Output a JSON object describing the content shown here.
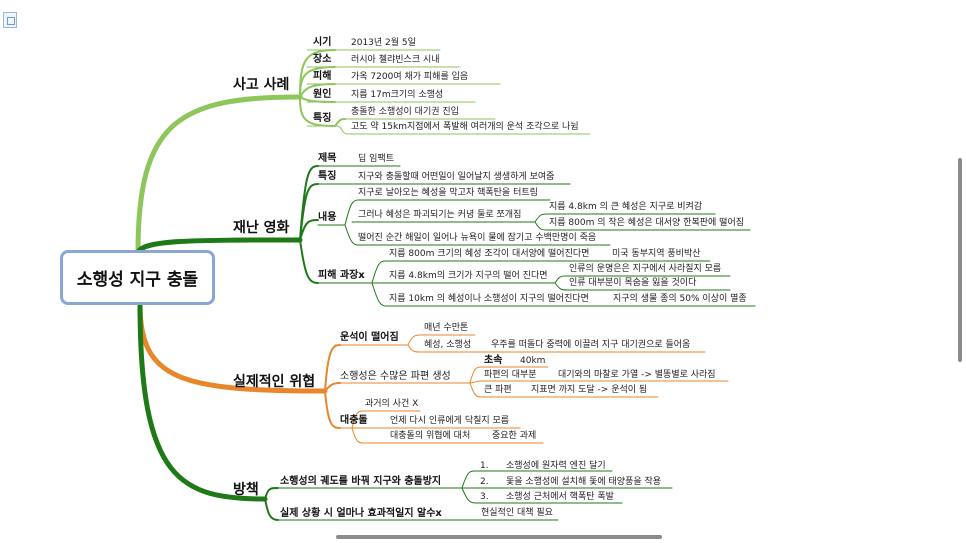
{
  "central": "소행성 지구 충돌",
  "colors": {
    "light_green": "#8dc65a",
    "dark_green": "#1d7a17",
    "orange": "#e8862a",
    "central_border": "#8aa6d6"
  },
  "branches": {
    "case": {
      "title": "사고 사례",
      "items": [
        {
          "label": "시기",
          "text": "2013년 2월 5일"
        },
        {
          "label": "장소",
          "text": "러시아 첼랴빈스크 시내"
        },
        {
          "label": "피해",
          "text": "가옥 7200여 채가 피해를 입음"
        },
        {
          "label": "원인",
          "text": "지름 17m크기의 소행성"
        },
        {
          "label": "특징",
          "texts": [
            "충돌한 소행성이 대기권 진입",
            "고도 약 15km지점에서 폭발해 여러개의 운석 조각으로 나뉨"
          ]
        }
      ]
    },
    "movie": {
      "title": "재난 영화",
      "title_item": {
        "label": "제목",
        "text": "딥 임팩트"
      },
      "feature": {
        "label": "특징",
        "text": "지구와 충돌할때 어떤일이 일어날지 생생하게 보여줌"
      },
      "content": {
        "label": "내용",
        "a": "지구로 날아오는 혜성을 막고자 핵폭탄을 터트림",
        "b": "그러나 혜성은 파괴되기는 커녕 둘로 쪼개짐",
        "b1": "지름 4.8km 의 큰 혜성은 지구로 비켜감",
        "b2": "지름 800m 의 작은 혜성은 대서양 한복판에 떨어짐",
        "c": "떨어진 순간 해일이 일어나 뉴욕이 물에 잠기고 수백만명이 죽음"
      },
      "damage": {
        "label": "피해 과장x",
        "a": "지름 800m 크기의 혜성 조각이 대서양에 떨어진다면",
        "a1": "미국 동부지역 풍비박산",
        "b": "지름 4.8km의 크기가 지구의 떨어 진다면",
        "b1": "인류의 운명은은 지구에서 사라질지 모름",
        "b2": "인류 대부분이 목숨을 잃을 것이다",
        "c": "지름 10km 의 혜성이나 소행성이 지구의 떨어진다면",
        "c1": "지구의 생물 종의 50% 이상이 멸종"
      }
    },
    "danger": {
      "title": "실제적인 위협",
      "meteor": {
        "label": "운석이 떨어짐",
        "a": "매년 수만톤",
        "b": "혜성, 소행성",
        "b1": "우주를 떠돌다 중력에 이끌려 지구 대기권으로 들어옴"
      },
      "fragments": {
        "label": "소행성은 수많은 파편 생성",
        "speed": "초속",
        "speed_val": "40km",
        "most": "파편의 대부분",
        "most1": "대기와의 마찰로 가열 -> 별똥별로 사라짐",
        "big": "큰 파편",
        "big1": "지표면 까지 도달 -> 운석이 됨"
      },
      "crisis": {
        "label": "대충돌",
        "a": "과거의 사건 X",
        "b": "언제 다시 인류에게 닥칠지 모름",
        "c": "대충돌의 위협에 대처",
        "c1": "중요한 과제"
      }
    },
    "policy": {
      "title": "방책",
      "main": {
        "label": "소행성의 궤도를 바꿔 지구와 충돌방지",
        "items": [
          {
            "num": "1.",
            "text": "소행성에 원자력 엔진 달기"
          },
          {
            "num": "2.",
            "text": "돛을 소행성에 설치해 돛에 태양풍을 작용"
          },
          {
            "num": "3.",
            "text": "소행성 근처에서 핵폭탄 폭발"
          }
        ]
      },
      "effect": {
        "label": "실제 상황 시 얼마나 효과적일지 알수x",
        "text": "현실적인 대책 필요"
      }
    }
  }
}
